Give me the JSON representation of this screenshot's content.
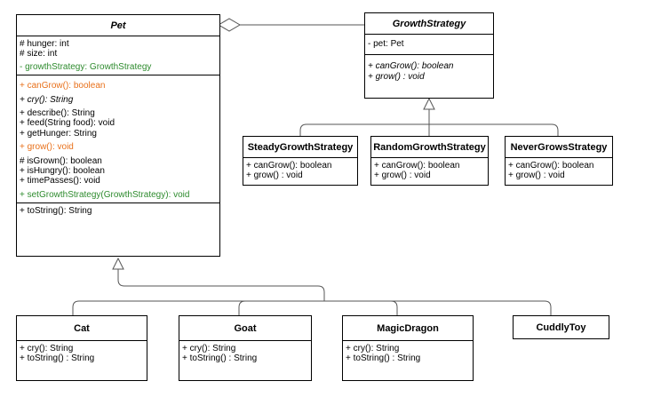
{
  "classes": {
    "pet": {
      "name": "Pet",
      "attributes": [
        {
          "text": "# hunger: int",
          "color": "black"
        },
        {
          "text": "# size: int",
          "color": "black"
        },
        {
          "text": "- growthStrategy: GrowthStrategy",
          "color": "green"
        }
      ],
      "method_groups": [
        [
          {
            "text": "+ canGrow(): boolean",
            "color": "orange"
          }
        ],
        [
          {
            "text": "+ cry(): String",
            "color": "black",
            "italic": true
          }
        ],
        [
          {
            "text": "+ describe(): String",
            "color": "black"
          },
          {
            "text": "+ feed(String food): void",
            "color": "black"
          },
          {
            "text": "+ getHunger: String",
            "color": "black"
          }
        ],
        [
          {
            "text": "+ grow(): void",
            "color": "orange"
          }
        ],
        [
          {
            "text": "# isGrown(): boolean",
            "color": "black"
          },
          {
            "text": "+ isHungry(): boolean",
            "color": "black"
          },
          {
            "text": "+ timePasses(): void",
            "color": "black"
          }
        ],
        [
          {
            "text": "+ setGrowthStrategy(GrowthStrategy): void",
            "color": "green"
          }
        ]
      ],
      "tail_methods": [
        {
          "text": "+ toString(): String",
          "color": "black"
        }
      ]
    },
    "growth_strategy": {
      "name": "GrowthStrategy",
      "attributes": [
        {
          "text": "- pet: Pet"
        }
      ],
      "methods": [
        {
          "text": "+ canGrow(): boolean",
          "italic": true
        },
        {
          "text": "+ grow() : void",
          "italic": true
        }
      ]
    },
    "steady": {
      "name": "SteadyGrowthStrategy",
      "methods": [
        {
          "text": "+ canGrow(): boolean"
        },
        {
          "text": "+ grow() : void"
        }
      ]
    },
    "random": {
      "name": "RandomGrowthStrategy",
      "methods": [
        {
          "text": "+ canGrow(): boolean"
        },
        {
          "text": "+ grow() : void"
        }
      ]
    },
    "never": {
      "name": "NeverGrowsStrategy",
      "methods": [
        {
          "text": "+ canGrow(): boolean"
        },
        {
          "text": "+ grow() : void"
        }
      ]
    },
    "cat": {
      "name": "Cat",
      "methods": [
        {
          "text": "+ cry(): String"
        },
        {
          "text": "+ toString() : String"
        }
      ]
    },
    "goat": {
      "name": "Goat",
      "methods": [
        {
          "text": "+ cry(): String"
        },
        {
          "text": "+ toString() : String"
        }
      ]
    },
    "magic_dragon": {
      "name": "MagicDragon",
      "methods": [
        {
          "text": "+ cry(): String"
        },
        {
          "text": "+ toString() : String"
        }
      ]
    },
    "cuddly_toy": {
      "name": "CuddlyToy"
    }
  },
  "colors": {
    "orange": "#e8701a",
    "green": "#2e8b2e",
    "line": "#555555"
  }
}
